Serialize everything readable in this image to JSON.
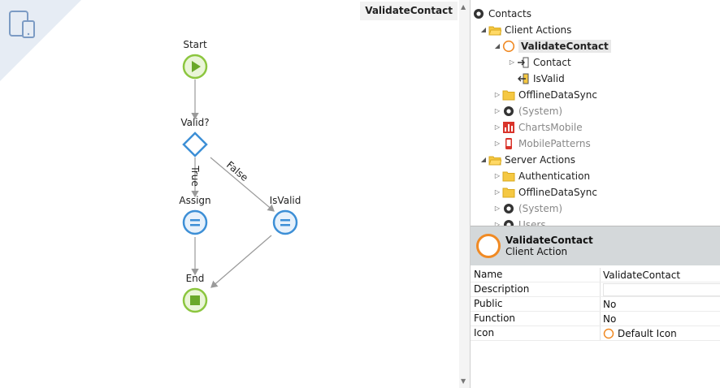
{
  "canvas": {
    "title": "ValidateContact",
    "nodes": {
      "start": "Start",
      "valid": "Valid?",
      "assign": "Assign",
      "isvalid": "IsValid",
      "end": "End"
    },
    "edges": {
      "true": "True",
      "false": "False"
    }
  },
  "tree": {
    "items": [
      {
        "label": "Contacts"
      },
      {
        "label": "Client Actions"
      },
      {
        "label": "ValidateContact"
      },
      {
        "label": "Contact"
      },
      {
        "label": "IsValid"
      },
      {
        "label": "OfflineDataSync"
      },
      {
        "label": "(System)"
      },
      {
        "label": "ChartsMobile"
      },
      {
        "label": "MobilePatterns"
      },
      {
        "label": "Server Actions"
      },
      {
        "label": "Authentication"
      },
      {
        "label": "OfflineDataSync"
      },
      {
        "label": "(System)"
      },
      {
        "label": "Users"
      }
    ]
  },
  "properties": {
    "title": "ValidateContact",
    "subtitle": "Client Action",
    "rows": [
      {
        "name": "Name",
        "value": "ValidateContact"
      },
      {
        "name": "Description",
        "value": ""
      },
      {
        "name": "Public",
        "value": "No"
      },
      {
        "name": "Function",
        "value": "No"
      },
      {
        "name": "Icon",
        "value": "Default Icon"
      }
    ]
  },
  "colors": {
    "flow_green": "#8cc63f",
    "flow_blue": "#3d8fd6",
    "folder_yellow": "#f5c842",
    "action_orange": "#f08a24"
  }
}
